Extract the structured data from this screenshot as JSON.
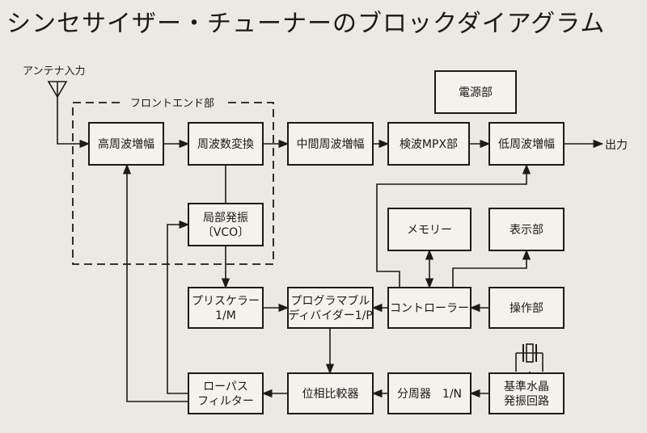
{
  "title": "シンセサイザー・チューナーのブロックダイアグラム",
  "labels": {
    "antenna_input": "アンテナ入力",
    "front_end": "フロントエンド部",
    "output": "出力"
  },
  "blocks": {
    "rf_amp": [
      "高周波増幅"
    ],
    "mixer": [
      "周波数変換"
    ],
    "if_amp": [
      "中間周波増幅"
    ],
    "detector_mpx": [
      "検波MPX部"
    ],
    "af_amp": [
      "低周波増幅"
    ],
    "power": [
      "電源部"
    ],
    "local_osc": [
      "局部発振",
      "〔VCO〕"
    ],
    "memory": [
      "メモリー"
    ],
    "display": [
      "表示部"
    ],
    "prescaler": [
      "プリスケラー",
      "1/M"
    ],
    "prog_divider": [
      "プログラマブル",
      "ディバイダー1/P"
    ],
    "controller": [
      "コントローラー"
    ],
    "operation": [
      "操作部"
    ],
    "lowpass": [
      "ローパス",
      "フィルター"
    ],
    "phase_comp": [
      "位相比較器"
    ],
    "divider_n": [
      "分周器　1/N"
    ],
    "ref_osc": [
      "基準水晶",
      "発振回路"
    ]
  },
  "colors": {
    "ink": "#1a1a1a",
    "paper": "#ece9e3",
    "box": "#f4f2ed"
  }
}
